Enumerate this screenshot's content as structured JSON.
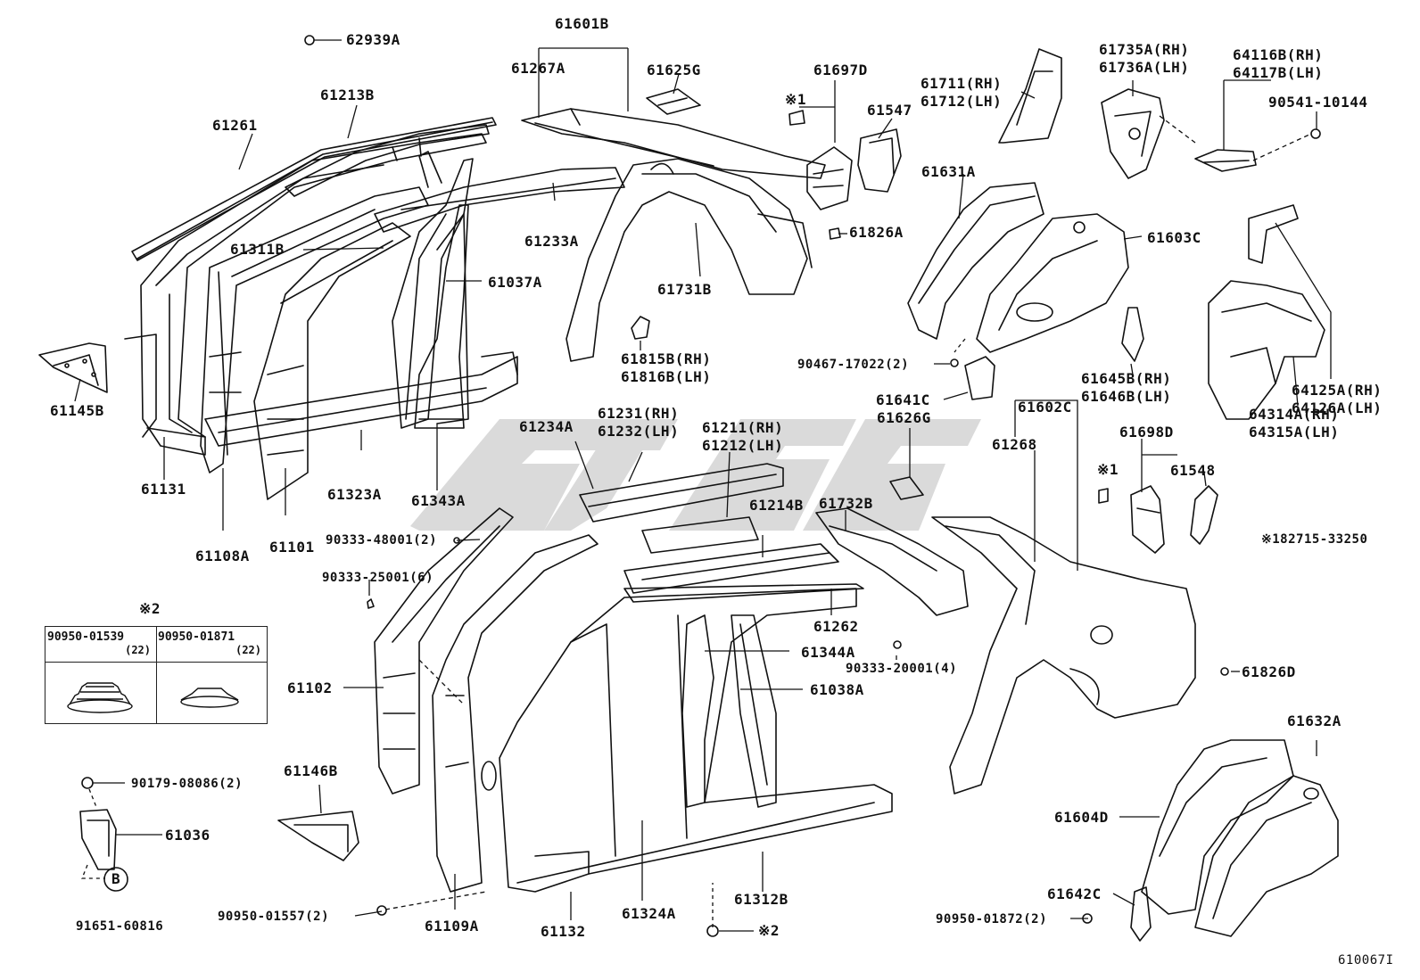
{
  "diagram_code": "610067I",
  "watermark": "SIBS",
  "legend": {
    "marker": "※2",
    "parts": [
      {
        "number": "90950-01539",
        "qty": "(22)"
      },
      {
        "number": "90950-01871",
        "qty": "(22)"
      }
    ]
  },
  "notes": {
    "star1": "※182715-33250",
    "star2": "※2"
  },
  "marks": {
    "star1": "※1",
    "b_circle": "B"
  },
  "labels": {
    "p62939A": "62939A",
    "p61601B": "61601B",
    "p61267A": "61267A",
    "p61625G": "61625G",
    "p61697D": "61697D",
    "p61547": "61547",
    "p61711": "61711(RH)",
    "p61712": "61712(LH)",
    "p61735A": "61735A(RH)",
    "p61736A": "61736A(LH)",
    "p64116B": "64116B(RH)",
    "p64117B": "64117B(LH)",
    "p90541": "90541-10144",
    "p61213B": "61213B",
    "p61261": "61261",
    "p61233A": "61233A",
    "p61731B": "61731B",
    "p61826A": "61826A",
    "p61631A": "61631A",
    "p61603C": "61603C",
    "p61311B": "61311B",
    "p61037A": "61037A",
    "p61815B": "61815B(RH)",
    "p61816B": "61816B(LH)",
    "p90467": "90467-17022(2)",
    "p61641C": "61641C",
    "p61645B": "61645B(RH)",
    "p61646B": "61646B(LH)",
    "p64125A": "64125A(RH)",
    "p64126A": "64126A(LH)",
    "p61145B": "61145B",
    "p61602C": "61602C",
    "p61234A": "61234A",
    "p61231": "61231(RH)",
    "p61232": "61232(LH)",
    "p61211": "61211(RH)",
    "p61212": "61212(LH)",
    "p61626G": "61626G",
    "p61698D": "61698D",
    "p64314A": "64314A(RH)",
    "p64315A": "64315A(LH)",
    "p61131": "61131",
    "p61323A": "61323A",
    "p61343A": "61343A",
    "p61732B": "61732B",
    "p61268": "61268",
    "p61548": "61548",
    "p61108A": "61108A",
    "p61101": "61101",
    "p90333_48001": "90333-48001(2)",
    "p61214B": "61214B",
    "p90333_25001": "90333-25001(6)",
    "p61262": "61262",
    "p61344A": "61344A",
    "p61102": "61102",
    "p61038A": "61038A",
    "p90333_20001": "90333-20001(4)",
    "p61826D": "61826D",
    "p61632A": "61632A",
    "p61146B": "61146B",
    "p90179": "90179-08086(2)",
    "p61036": "61036",
    "p61604D": "61604D",
    "p91651": "91651-60816",
    "p61642C": "61642C",
    "p90950_01557": "90950-01557(2)",
    "p61109A": "61109A",
    "p61132": "61132",
    "p61324A": "61324A",
    "p61312B": "61312B",
    "p90950_01872": "90950-01872(2)"
  }
}
